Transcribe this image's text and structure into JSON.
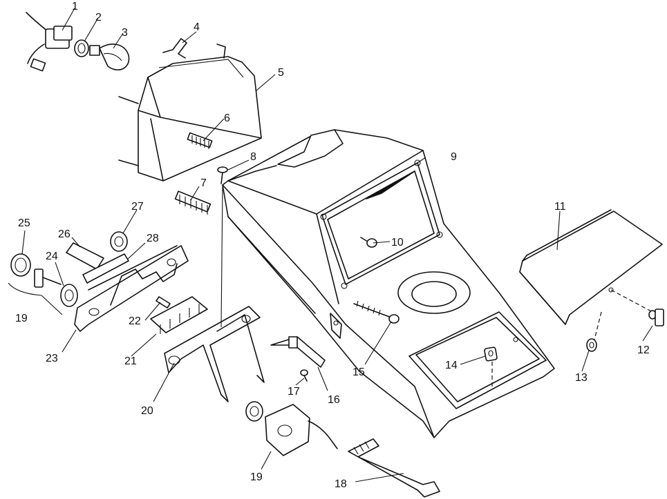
{
  "callouts": [
    {
      "id": "c1",
      "label": "1"
    },
    {
      "id": "c2",
      "label": "2"
    },
    {
      "id": "c3",
      "label": "3"
    },
    {
      "id": "c4",
      "label": "4"
    },
    {
      "id": "c5",
      "label": "5"
    },
    {
      "id": "c6",
      "label": "6"
    },
    {
      "id": "c7",
      "label": "7"
    },
    {
      "id": "c8",
      "label": "8"
    },
    {
      "id": "c9",
      "label": "9"
    },
    {
      "id": "c10",
      "label": "10"
    },
    {
      "id": "c11",
      "label": "11"
    },
    {
      "id": "c12",
      "label": "12"
    },
    {
      "id": "c13",
      "label": "13"
    },
    {
      "id": "c14",
      "label": "14"
    },
    {
      "id": "c15",
      "label": "15"
    },
    {
      "id": "c16",
      "label": "16"
    },
    {
      "id": "c17",
      "label": "17"
    },
    {
      "id": "c18",
      "label": "18"
    },
    {
      "id": "c19a",
      "label": "19"
    },
    {
      "id": "c19b",
      "label": "19"
    },
    {
      "id": "c20",
      "label": "20"
    },
    {
      "id": "c21",
      "label": "21"
    },
    {
      "id": "c22",
      "label": "22"
    },
    {
      "id": "c23",
      "label": "23"
    },
    {
      "id": "c24",
      "label": "24"
    },
    {
      "id": "c25",
      "label": "25"
    },
    {
      "id": "c26",
      "label": "26"
    },
    {
      "id": "c27",
      "label": "27"
    },
    {
      "id": "c28",
      "label": "28"
    }
  ]
}
